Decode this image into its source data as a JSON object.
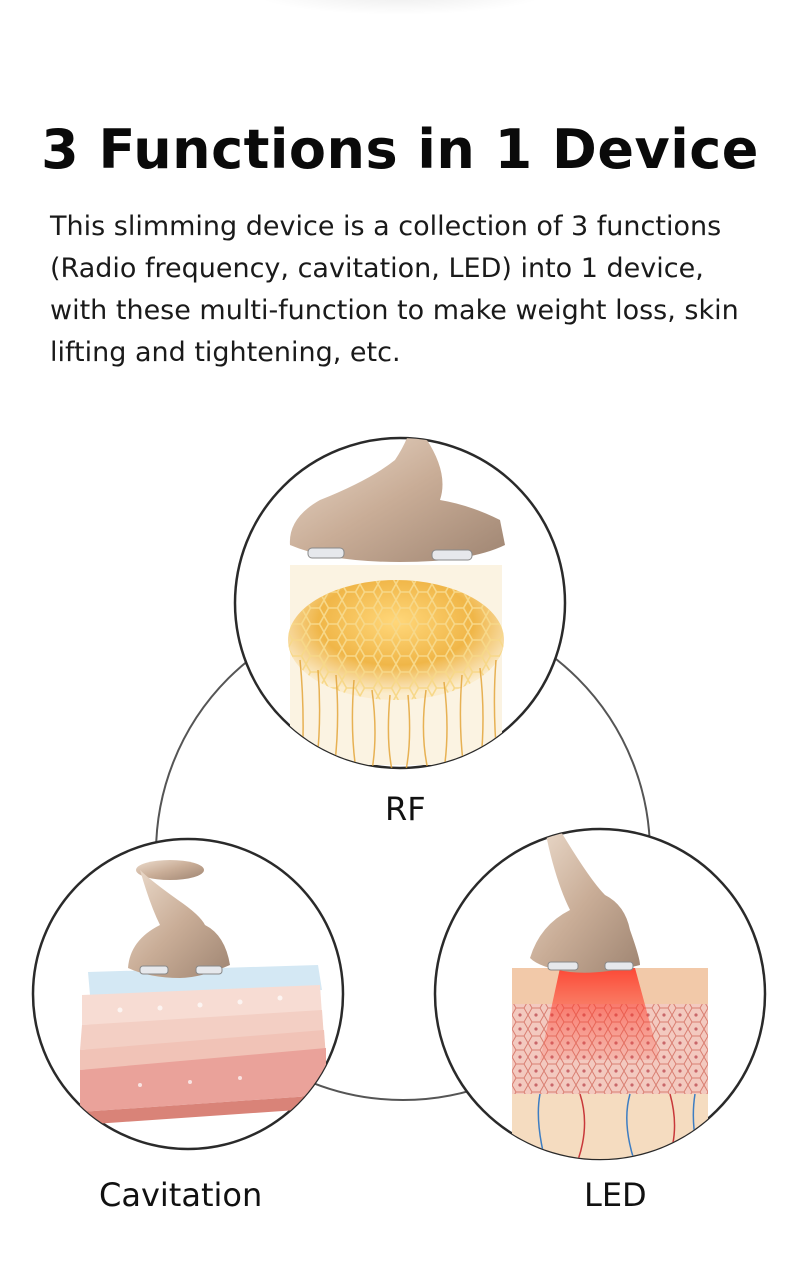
{
  "title": "3 Functions in 1 Device",
  "description": "This slimming device is a collection of 3 functions (Radio frequency, cavitation, LED) into 1 device, with these multi-function to make weight loss, skin lifting and tightening, etc.",
  "functions": [
    {
      "label": "RF"
    },
    {
      "label": "Cavitation"
    },
    {
      "label": "LED"
    }
  ],
  "colors": {
    "device_gold": "#c9ad97",
    "rf_gold": "#e8a83a",
    "skin_pink": "#efb2a8",
    "led_red": "#e23a30",
    "outline": "#2a2a2a"
  }
}
